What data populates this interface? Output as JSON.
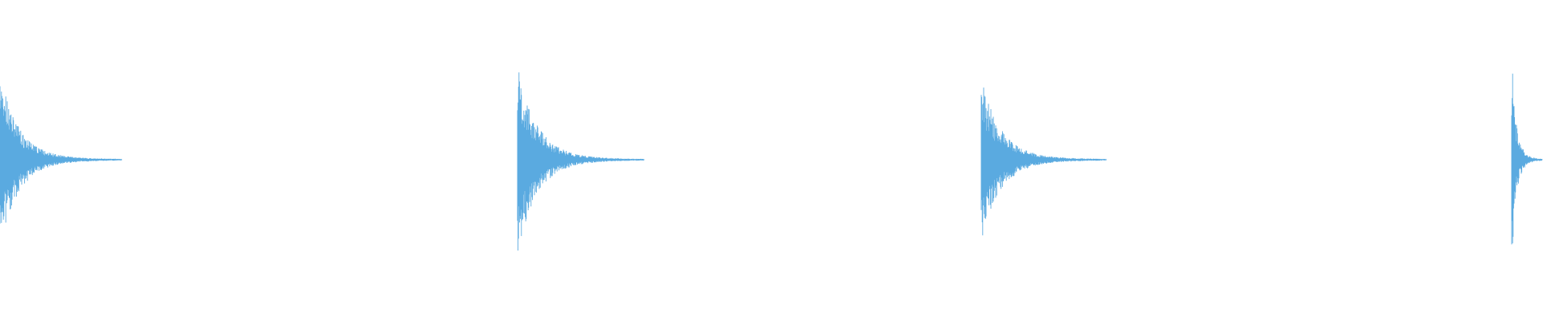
{
  "waveform": {
    "color": "#5aaae0",
    "background": "#ffffff",
    "transients": [
      {
        "id": "hit-1",
        "peak": 0.92,
        "decay_length": 0.079,
        "partial": false
      },
      {
        "id": "hit-2",
        "peak": 0.99,
        "decay_length": 0.082,
        "partial": false
      },
      {
        "id": "hit-3",
        "peak": 0.88,
        "decay_length": 0.081,
        "partial": false
      },
      {
        "id": "hit-4",
        "peak": 0.97,
        "decay_length": 0.021,
        "partial": true
      }
    ]
  }
}
